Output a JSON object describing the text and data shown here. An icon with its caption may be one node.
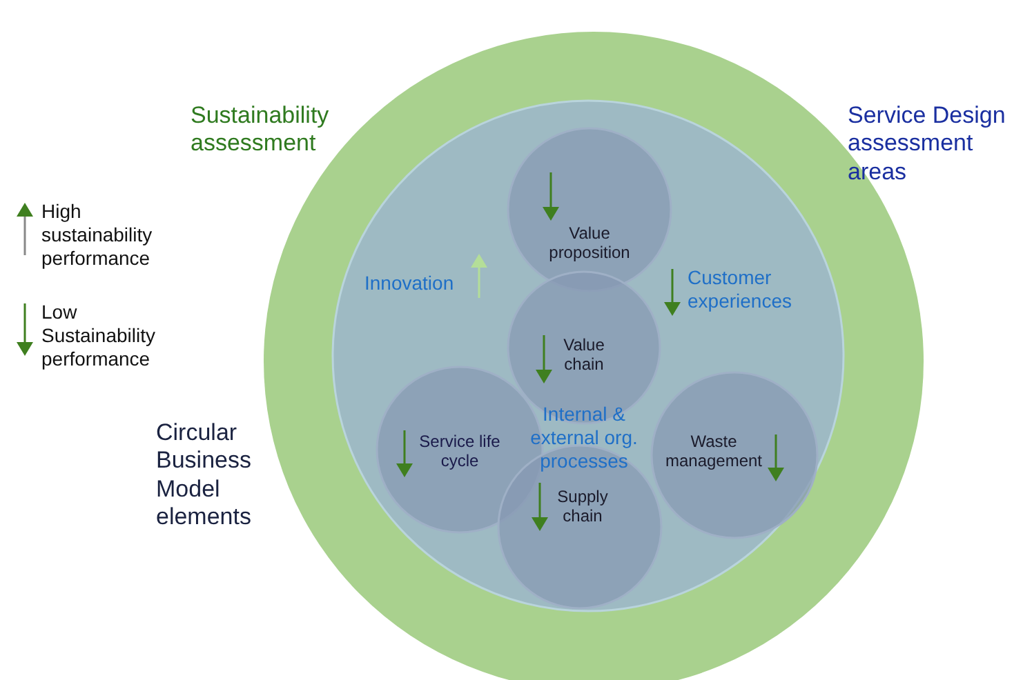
{
  "diagram": {
    "nodes": [
      {
        "text": [
          "Sustainability assessment"
        ]
      },
      {
        "text": [
          "Innovation",
          "Customer experiences",
          "Internal & external org. processes"
        ],
        "in": 0
      },
      {
        "text": [
          "Value proposition"
        ],
        "in": 1
      },
      {
        "text": [
          "Value chain"
        ],
        "in": 1
      },
      {
        "text": [
          "Service life cycle"
        ],
        "in": 1
      },
      {
        "text": [
          "Waste management"
        ],
        "in": 1
      },
      {
        "text": [
          "Supply chain"
        ],
        "in": 1
      }
    ],
    "edges": [],
    "labels": [
      "Service Design assessment areas",
      "Circular Business Model elements"
    ],
    "legend": [
      {
        "text": "High sustainability performance"
      },
      {
        "text": "Low Sustainability performance"
      }
    ]
  }
}
